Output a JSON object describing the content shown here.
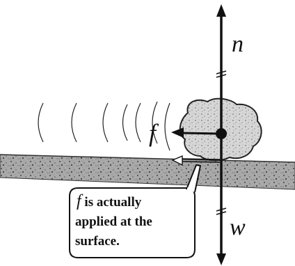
{
  "labels": {
    "normal": "n",
    "weight": "w",
    "friction": "f"
  },
  "callout": {
    "var": "f",
    "line1_rest": " is actually",
    "line2": "applied at the",
    "line3": "surface."
  }
}
